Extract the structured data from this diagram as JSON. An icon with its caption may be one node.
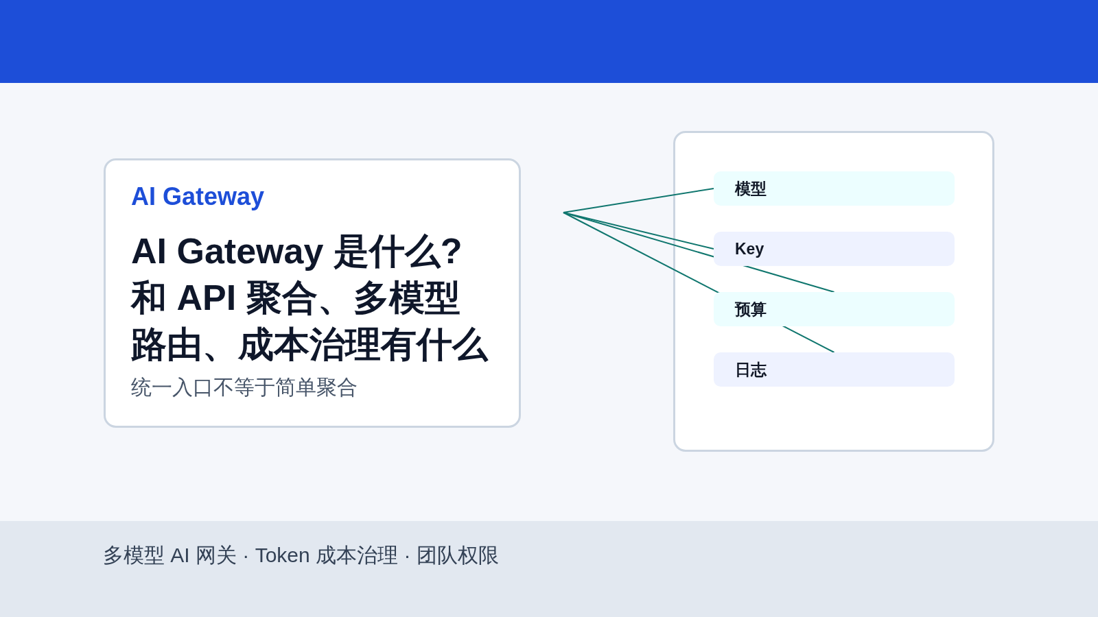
{
  "diagram": {
    "nodes": [
      {
        "text": [
          "AI Gateway",
          "AI Gateway 是什么?和 API 聚合、多模型路由、成本治理有什么",
          "统一入口不等于简单聚合"
        ]
      },
      {
        "text": [],
        "shape": "box"
      },
      {
        "text": [
          "模型"
        ],
        "in": 1
      },
      {
        "text": [
          "Key"
        ],
        "in": 1
      },
      {
        "text": [
          "预算"
        ],
        "in": 1
      },
      {
        "text": [
          "日志"
        ],
        "in": 1
      }
    ],
    "edges": [
      {
        "from": null,
        "to": 2,
        "arrow": "none"
      },
      {
        "from": null,
        "to": 3,
        "arrow": "none"
      },
      {
        "from": null,
        "to": 4,
        "arrow": "none"
      },
      {
        "from": null,
        "to": 5,
        "arrow": "none"
      }
    ],
    "labels": [
      "多模型 AI 网关 · Token 成本治理 · 团队权限"
    ]
  }
}
